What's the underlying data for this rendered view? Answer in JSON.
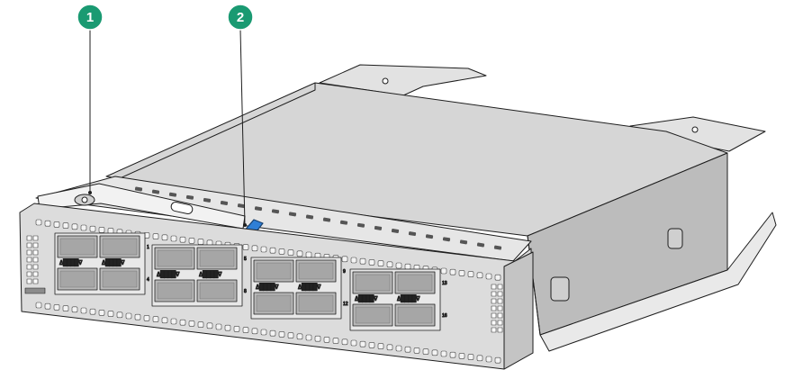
{
  "callouts": [
    {
      "label": "1",
      "target": "ejector-lever"
    },
    {
      "label": "2",
      "target": "release-latch"
    }
  ],
  "colors": {
    "callout_fill": "#1a9a72",
    "latch_blue": "#2f7fd6",
    "chassis_light": "#d4d4d4",
    "chassis_mid": "#b9b9b9",
    "chassis_dark": "#8e8e8e",
    "outline": "#1e1e1e"
  },
  "port_groups": [
    {
      "labels": [
        "Δ████∇",
        "Δ████∇"
      ]
    },
    {
      "labels": [
        "Δ████∇",
        "Δ████∇"
      ]
    },
    {
      "labels": [
        "Δ████∇",
        "Δ████∇"
      ]
    },
    {
      "labels": [
        "Δ████∇",
        "Δ████∇"
      ]
    }
  ],
  "port_numbers": [
    "1",
    "4",
    "5",
    "8",
    "9",
    "12",
    "13",
    "16"
  ],
  "model_plate": "█████"
}
